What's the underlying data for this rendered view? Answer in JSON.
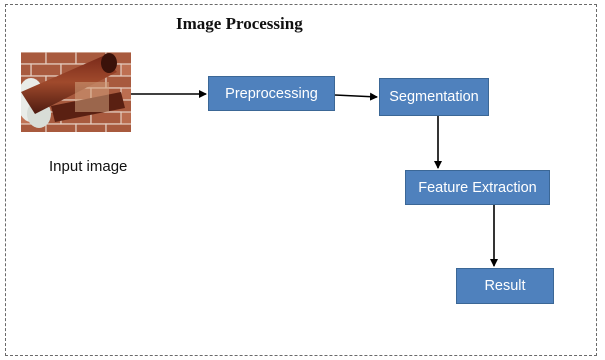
{
  "diagram": {
    "title": "Image Processing",
    "input_caption": "Input image",
    "photo_icon": "photo-image-icon",
    "nodes": [
      {
        "id": "preprocessing",
        "label": "Preprocessing"
      },
      {
        "id": "segmentation",
        "label": "Segmentation"
      },
      {
        "id": "feature_extraction",
        "label": "Feature Extraction"
      },
      {
        "id": "result",
        "label": "Result"
      }
    ],
    "edges": [
      {
        "from": "input_image",
        "to": "preprocessing"
      },
      {
        "from": "preprocessing",
        "to": "segmentation"
      },
      {
        "from": "segmentation",
        "to": "feature_extraction"
      },
      {
        "from": "feature_extraction",
        "to": "result"
      }
    ],
    "colors": {
      "box_fill": "#4f81bd",
      "box_text": "#ffffff",
      "arrow": "#000000"
    }
  }
}
